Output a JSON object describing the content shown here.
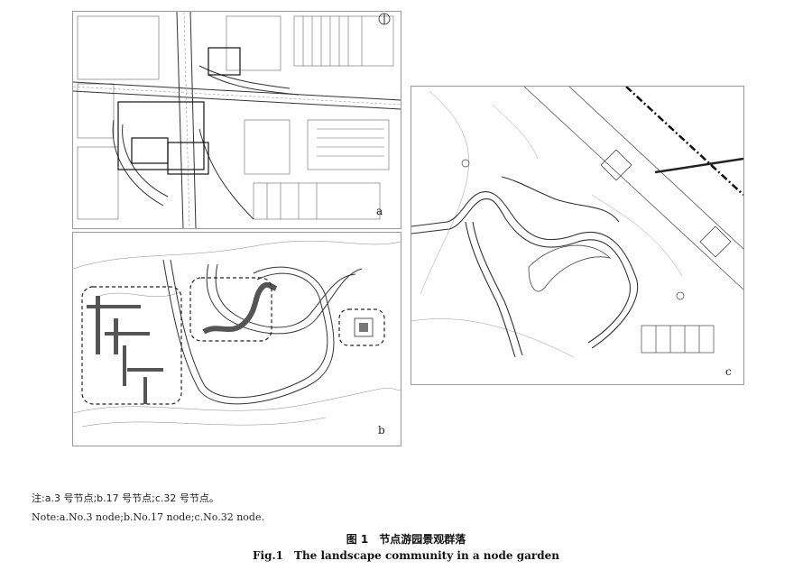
{
  "panels": {
    "a": {
      "label": "a"
    },
    "b": {
      "label": "b"
    },
    "c": {
      "label": "c"
    }
  },
  "note": {
    "zh": "注:a.3 号节点;b.17 号节点;c.32 号节点。",
    "en": "Note:a.No.3 node;b.No.17 node;c.No.32 node."
  },
  "caption": {
    "zh_num": "图 1",
    "zh_text": "节点游园景观群落",
    "en_num": "Fig.1",
    "en_text": "The landscape community in a node garden"
  },
  "colors": {
    "line": "#444444",
    "dark_fill": "#555555",
    "dashed": "#222222"
  }
}
